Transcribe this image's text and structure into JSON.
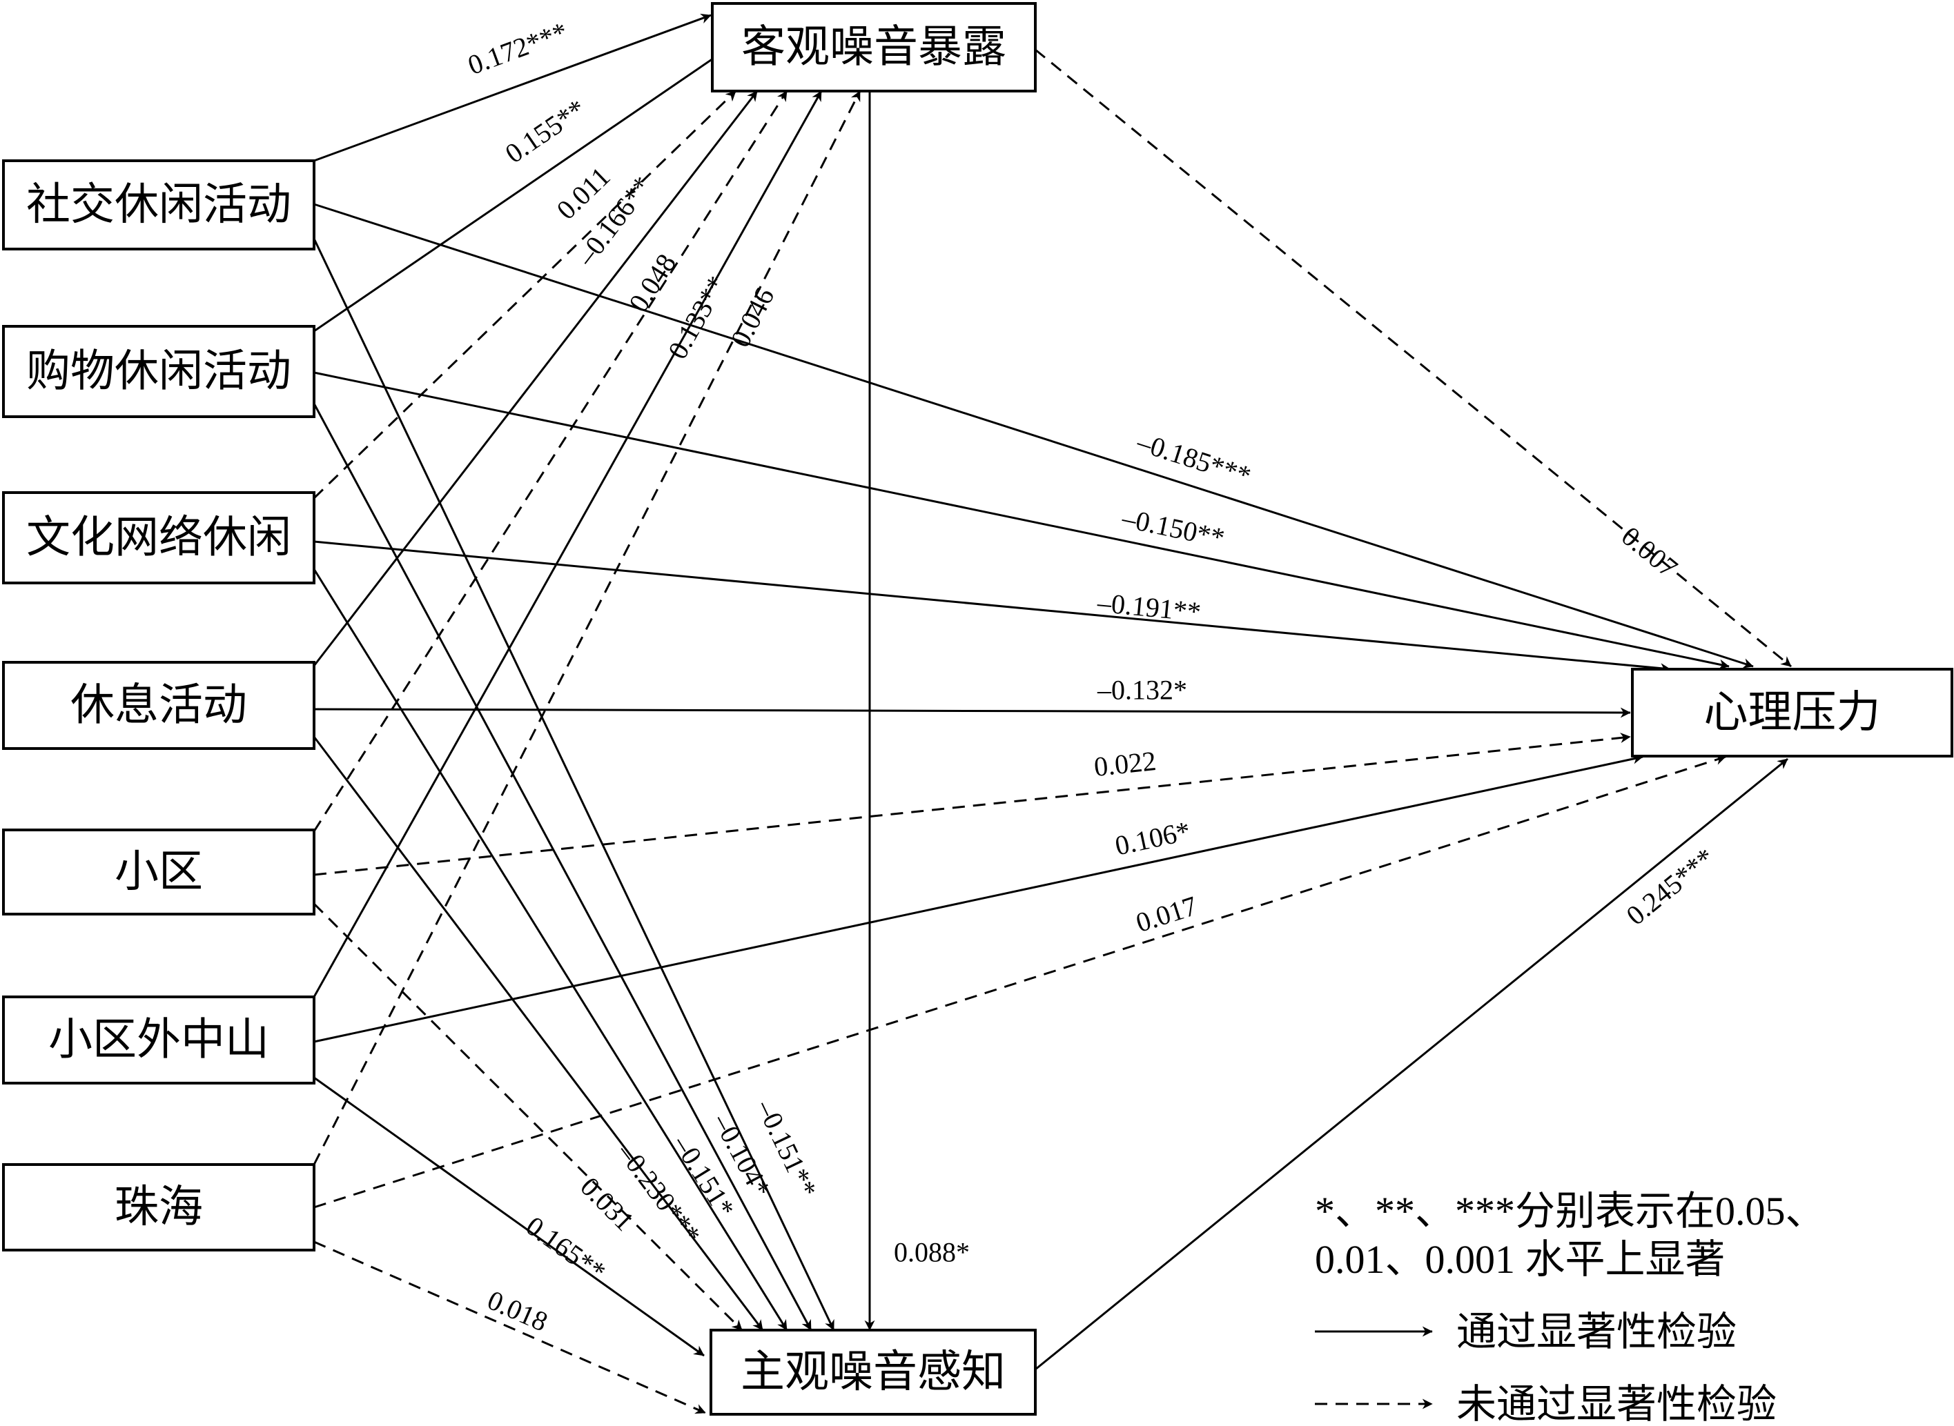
{
  "nodes": [
    {
      "id": "objective",
      "label": "客观噪音暴露"
    },
    {
      "id": "social",
      "label": "社交休闲活动"
    },
    {
      "id": "shopping",
      "label": "购物休闲活动"
    },
    {
      "id": "culture",
      "label": "文化网络休闲"
    },
    {
      "id": "rest",
      "label": "休息活动"
    },
    {
      "id": "community",
      "label": "小区"
    },
    {
      "id": "zhongshan",
      "label": "小区外中山"
    },
    {
      "id": "zhuhai",
      "label": "珠海"
    },
    {
      "id": "subjective",
      "label": "主观噪音感知"
    },
    {
      "id": "stress",
      "label": "心理压力"
    }
  ],
  "edges": [
    {
      "from": "social",
      "to": "objective",
      "coef": "0.172***",
      "significant": true
    },
    {
      "from": "shopping",
      "to": "objective",
      "coef": "0.155**",
      "significant": true
    },
    {
      "from": "culture",
      "to": "objective",
      "coef": "0.011",
      "significant": false
    },
    {
      "from": "rest",
      "to": "objective",
      "coef": "–0.166**",
      "significant": true
    },
    {
      "from": "community",
      "to": "objective",
      "coef": "0.048",
      "significant": false
    },
    {
      "from": "zhongshan",
      "to": "objective",
      "coef": "0.133**",
      "significant": true
    },
    {
      "from": "zhuhai",
      "to": "objective",
      "coef": "0.046",
      "significant": false
    },
    {
      "from": "objective",
      "to": "stress",
      "coef": "0.007",
      "significant": false
    },
    {
      "from": "social",
      "to": "stress",
      "coef": "–0.185***",
      "significant": true
    },
    {
      "from": "shopping",
      "to": "stress",
      "coef": "–0.150**",
      "significant": true
    },
    {
      "from": "culture",
      "to": "stress",
      "coef": "–0.191**",
      "significant": true
    },
    {
      "from": "rest",
      "to": "stress",
      "coef": "–0.132*",
      "significant": true
    },
    {
      "from": "community",
      "to": "stress",
      "coef": "0.022",
      "significant": false
    },
    {
      "from": "zhongshan",
      "to": "stress",
      "coef": "0.106*",
      "significant": true
    },
    {
      "from": "zhuhai",
      "to": "stress",
      "coef": "0.017",
      "significant": false
    },
    {
      "from": "subjective",
      "to": "stress",
      "coef": "0.245***",
      "significant": true
    },
    {
      "from": "objective",
      "to": "subjective",
      "coef": "0.088*",
      "significant": true
    },
    {
      "from": "social",
      "to": "subjective",
      "coef": "–0.151**",
      "significant": true
    },
    {
      "from": "shopping",
      "to": "subjective",
      "coef": "–0.104*",
      "significant": true
    },
    {
      "from": "culture",
      "to": "subjective",
      "coef": "–0.151*",
      "significant": true
    },
    {
      "from": "rest",
      "to": "subjective",
      "coef": "–0.230***",
      "significant": true
    },
    {
      "from": "community",
      "to": "subjective",
      "coef": "0.031",
      "significant": false
    },
    {
      "from": "zhongshan",
      "to": "subjective",
      "coef": "0.165**",
      "significant": true
    },
    {
      "from": "zhuhai",
      "to": "subjective",
      "coef": "0.018",
      "significant": false
    }
  ],
  "legend": {
    "note_line1": "*、**、***分别表示在0.05、",
    "note_line2": "0.01、0.001 水平上显著",
    "solid_label": "通过显著性检验",
    "dashed_label": "未通过显著性检验"
  }
}
